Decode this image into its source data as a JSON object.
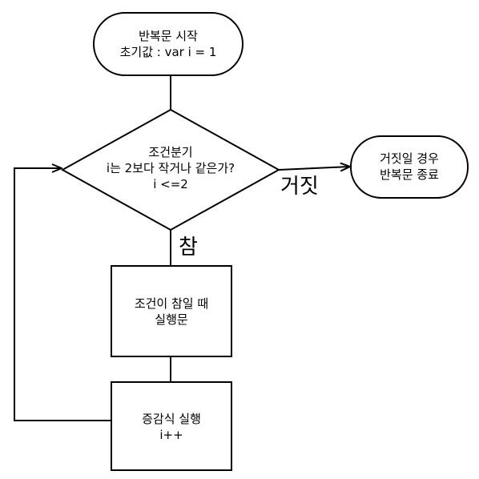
{
  "nodes": {
    "start": {
      "lines": [
        "반복문 시작",
        "초기값 : var i = 1"
      ]
    },
    "condition": {
      "lines": [
        "조건분기",
        "i는 2보다 작거나 같은가?",
        "i <=2"
      ]
    },
    "end": {
      "lines": [
        "거짓일 경우",
        "반복문 종료"
      ]
    },
    "body": {
      "lines": [
        "조건이 참일 때",
        "실행문"
      ]
    },
    "increment": {
      "lines": [
        "증감식 실행",
        "i++"
      ]
    }
  },
  "edges": {
    "false_label": "거짓",
    "true_label": "참"
  }
}
